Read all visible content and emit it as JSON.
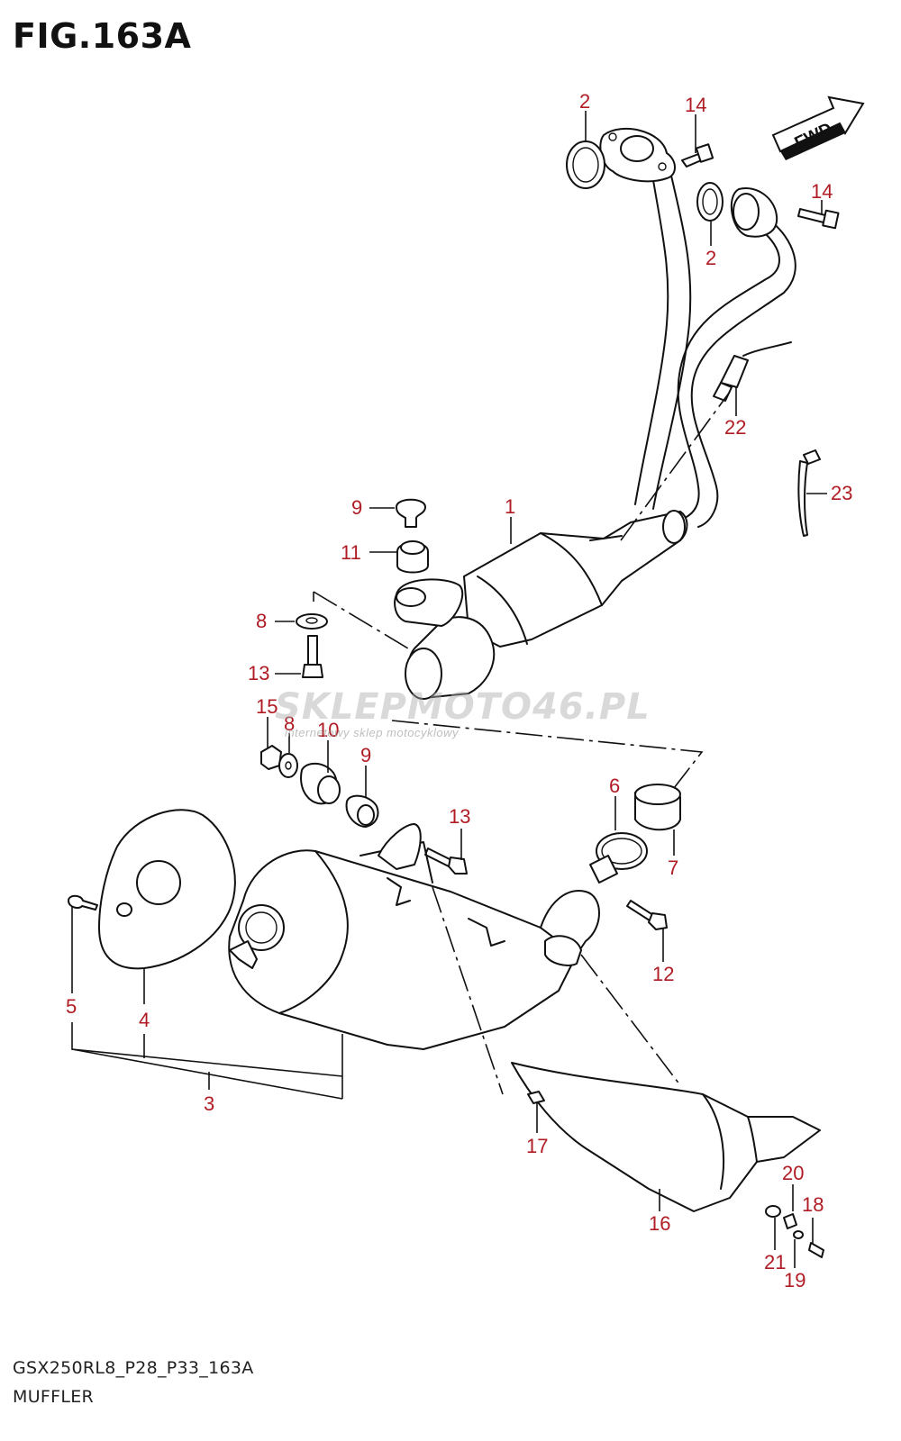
{
  "figure": {
    "title": "FIG.163A",
    "code": "GSX250RL8_P28_P33_163A",
    "name": "MUFFLER"
  },
  "direction": {
    "label": "FWD"
  },
  "watermark": {
    "brand": "SKLEPMOTO46.PL",
    "tagline": "internetowy sklep motocyklowy"
  },
  "callouts": [
    {
      "id": "c2a",
      "num": "2"
    },
    {
      "id": "c14a",
      "num": "14"
    },
    {
      "id": "c14b",
      "num": "14"
    },
    {
      "id": "c2b",
      "num": "2"
    },
    {
      "id": "c22",
      "num": "22"
    },
    {
      "id": "c23",
      "num": "23"
    },
    {
      "id": "c1",
      "num": "1"
    },
    {
      "id": "c9a",
      "num": "9"
    },
    {
      "id": "c11",
      "num": "11"
    },
    {
      "id": "c8a",
      "num": "8"
    },
    {
      "id": "c13a",
      "num": "13"
    },
    {
      "id": "c15",
      "num": "15"
    },
    {
      "id": "c8b",
      "num": "8"
    },
    {
      "id": "c10",
      "num": "10"
    },
    {
      "id": "c9b",
      "num": "9"
    },
    {
      "id": "c6",
      "num": "6"
    },
    {
      "id": "c7",
      "num": "7"
    },
    {
      "id": "c13b",
      "num": "13"
    },
    {
      "id": "c12",
      "num": "12"
    },
    {
      "id": "c5",
      "num": "5"
    },
    {
      "id": "c4",
      "num": "4"
    },
    {
      "id": "c3",
      "num": "3"
    },
    {
      "id": "c17",
      "num": "17"
    },
    {
      "id": "c16",
      "num": "16"
    },
    {
      "id": "c20",
      "num": "20"
    },
    {
      "id": "c18",
      "num": "18"
    },
    {
      "id": "c21",
      "num": "21"
    },
    {
      "id": "c19",
      "num": "19"
    }
  ]
}
